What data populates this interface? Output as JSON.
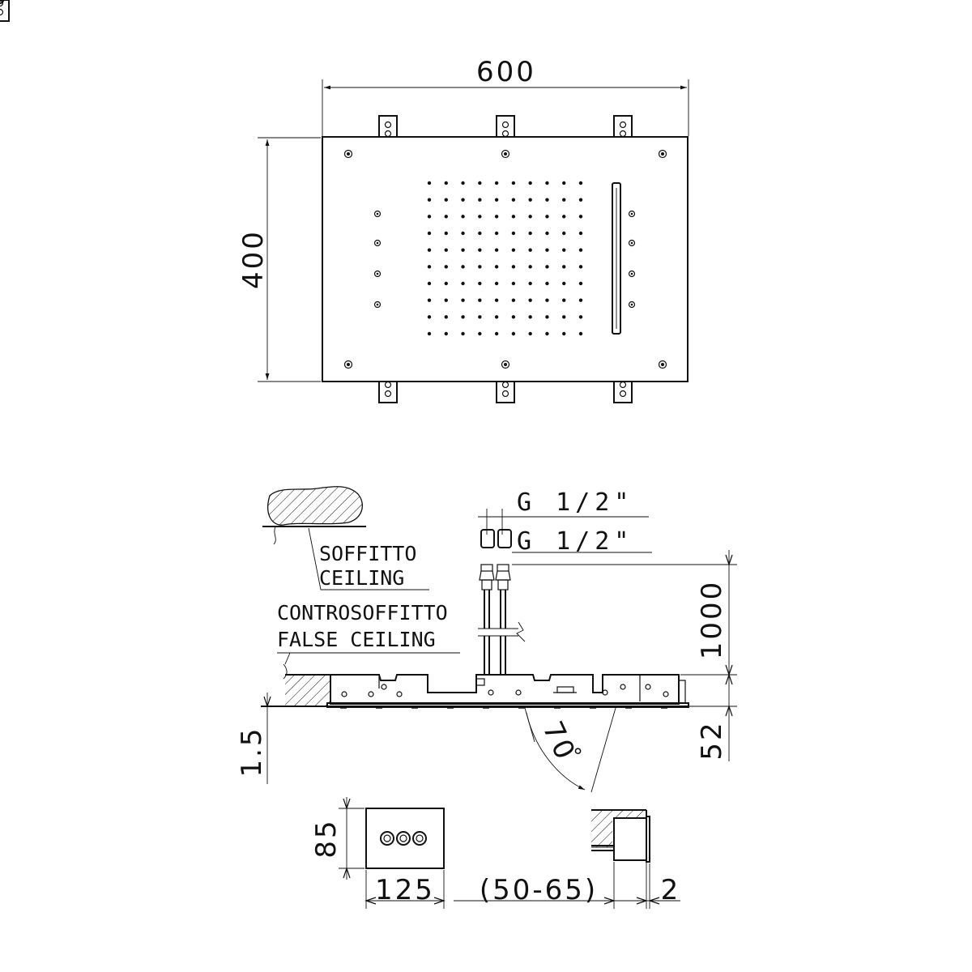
{
  "top_view": {
    "width_dim": "600",
    "height_dim": "400",
    "nozzle_grid": {
      "columns": 10,
      "rows": 10
    }
  },
  "side_view": {
    "connection_top": "G 1/2\"",
    "connection_bottom": "G 1/2\"",
    "ceiling_label_it": "SOFFITTO",
    "ceiling_label_en": "CEILING",
    "false_ceiling_label_it": "CONTROSOFFITTO",
    "false_ceiling_label_en": "FALSE CEILING",
    "pipe_length_dim": "1000",
    "body_height_dim": "52",
    "plate_thickness_dim": "1.5",
    "angle_dim": "70",
    "angle_unit": "°"
  },
  "control_view": {
    "height_dim": "85",
    "width_dim": "125",
    "depth_dim": "(50-65)",
    "plate_dim": "2"
  }
}
